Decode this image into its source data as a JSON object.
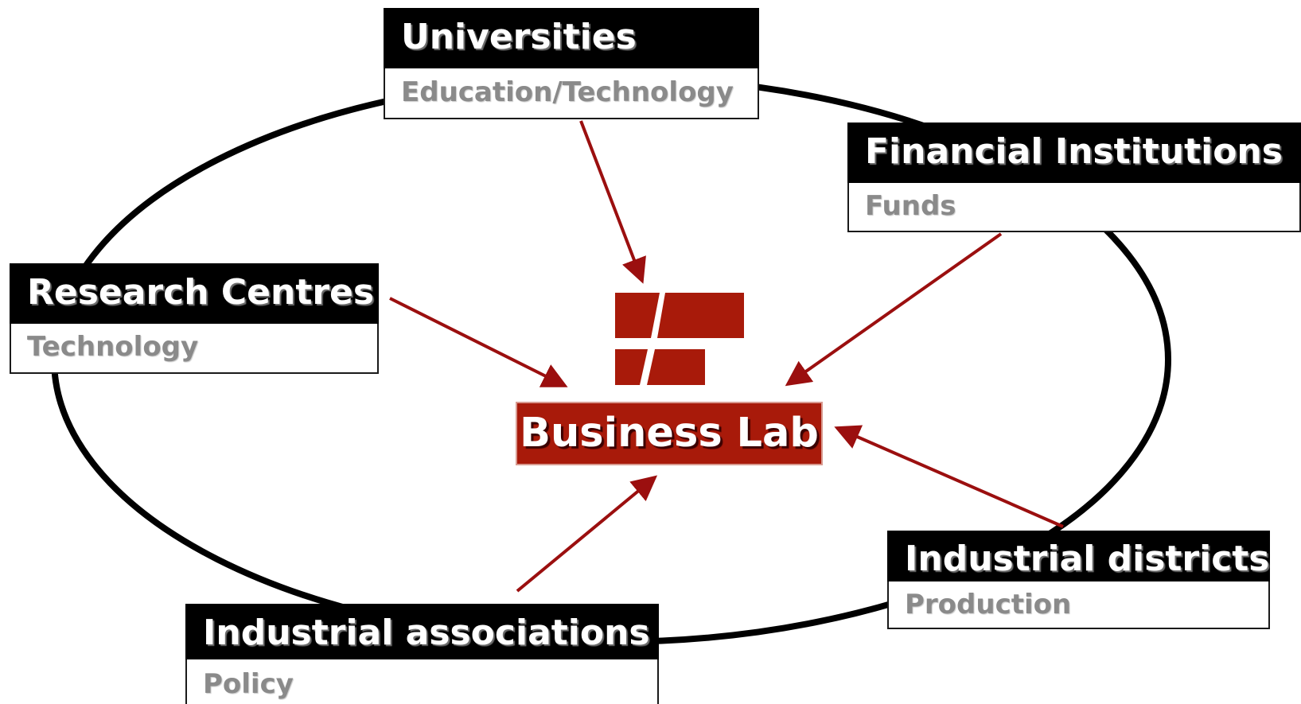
{
  "diagram": {
    "center": {
      "label": "Business Lab",
      "logo": "business-lab-logo"
    },
    "nodes": [
      {
        "id": "universities",
        "title": "Universities",
        "subtitle": "Education/Technology"
      },
      {
        "id": "financial-institutions",
        "title": "Financial Institutions",
        "subtitle": "Funds"
      },
      {
        "id": "research-centres",
        "title": "Research Centres",
        "subtitle": "Technology"
      },
      {
        "id": "industrial-districts",
        "title": "Industrial districts",
        "subtitle": "Production"
      },
      {
        "id": "industrial-associations",
        "title": "Industrial associations",
        "subtitle": "Policy"
      }
    ],
    "edges": [
      {
        "from": "universities",
        "to": "center"
      },
      {
        "from": "financial-institutions",
        "to": "center"
      },
      {
        "from": "research-centres",
        "to": "center"
      },
      {
        "from": "industrial-districts",
        "to": "center"
      },
      {
        "from": "industrial-associations",
        "to": "center"
      }
    ],
    "colors": {
      "accent": "#a81a0a",
      "arrow": "#9b0f0f",
      "node_header": "#000000",
      "node_subtitle_text": "#8a8a8a",
      "ellipse": "#000000"
    }
  }
}
